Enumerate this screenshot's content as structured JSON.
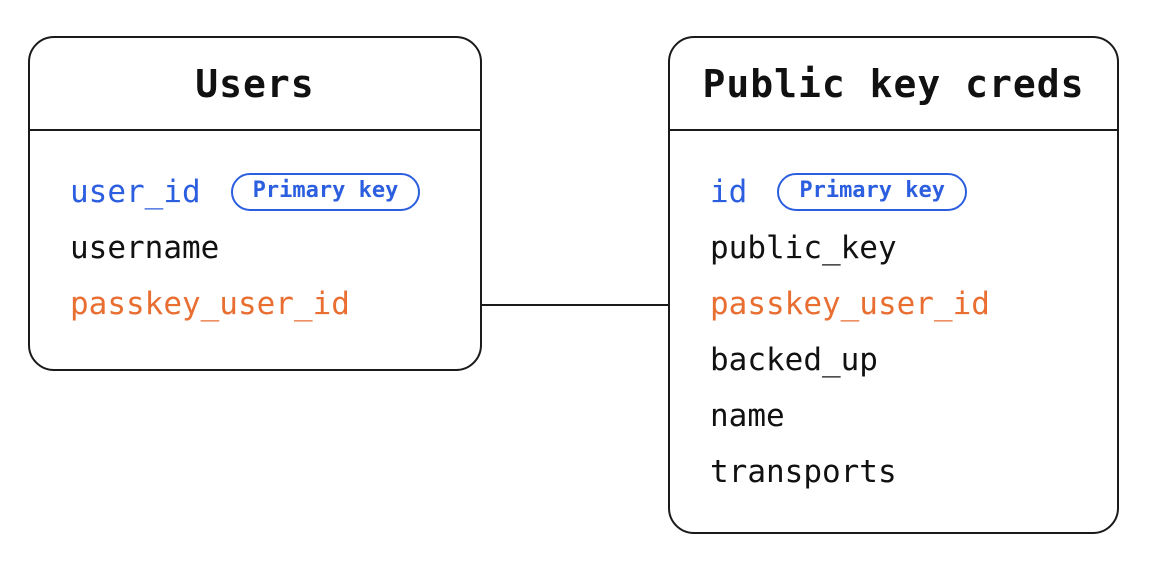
{
  "diagram": {
    "tables": [
      {
        "title": "Users",
        "fields": [
          {
            "label": "user_id",
            "color": "blue",
            "badge": "Primary key"
          },
          {
            "label": "username",
            "color": "black"
          },
          {
            "label": "passkey_user_id",
            "color": "orange"
          }
        ]
      },
      {
        "title": "Public key creds",
        "fields": [
          {
            "label": "id",
            "color": "blue",
            "badge": "Primary key"
          },
          {
            "label": "public_key",
            "color": "black"
          },
          {
            "label": "passkey_user_id",
            "color": "orange"
          },
          {
            "label": "backed_up",
            "color": "black"
          },
          {
            "label": "name",
            "color": "black"
          },
          {
            "label": "transports",
            "color": "black"
          }
        ]
      }
    ],
    "relationship": {
      "from_table": "Users",
      "from_field": "passkey_user_id",
      "to_table": "Public key creds",
      "to_field": "passkey_user_id"
    },
    "colors": {
      "primary_key_blue": "#2c5ee0",
      "reference_orange": "#e96e32",
      "line": "#1a1a1a",
      "background": "#ffffff"
    }
  }
}
